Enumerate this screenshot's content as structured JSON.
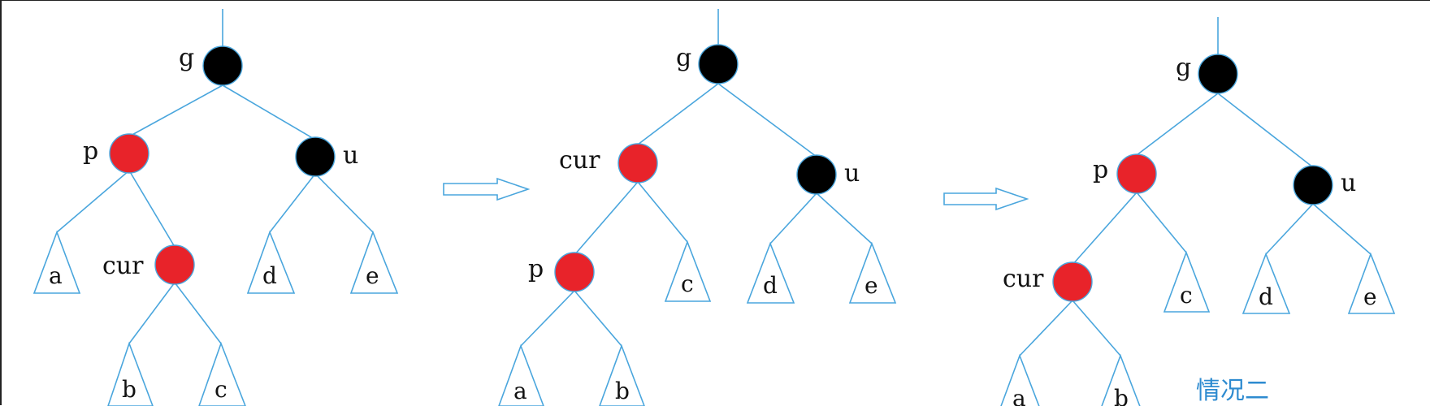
{
  "diagram": {
    "stage1": {
      "nodes": {
        "g": "g",
        "p": "p",
        "u": "u",
        "cur": "cur"
      },
      "subtrees": {
        "a": "a",
        "b": "b",
        "c": "c",
        "d": "d",
        "e": "e"
      }
    },
    "stage2": {
      "nodes": {
        "g": "g",
        "cur": "cur",
        "u": "u",
        "p": "p"
      },
      "subtrees": {
        "a": "a",
        "b": "b",
        "c": "c",
        "d": "d",
        "e": "e"
      }
    },
    "stage3": {
      "nodes": {
        "g": "g",
        "p": "p",
        "u": "u",
        "cur": "cur"
      },
      "subtrees": {
        "a": "a",
        "b": "b",
        "c": "c",
        "d": "d",
        "e": "e"
      }
    },
    "caption": "情况二",
    "colors": {
      "red": "#e8232a",
      "black": "#000000",
      "line": "#4aa6dd",
      "caption": "#2e8bd0"
    }
  }
}
